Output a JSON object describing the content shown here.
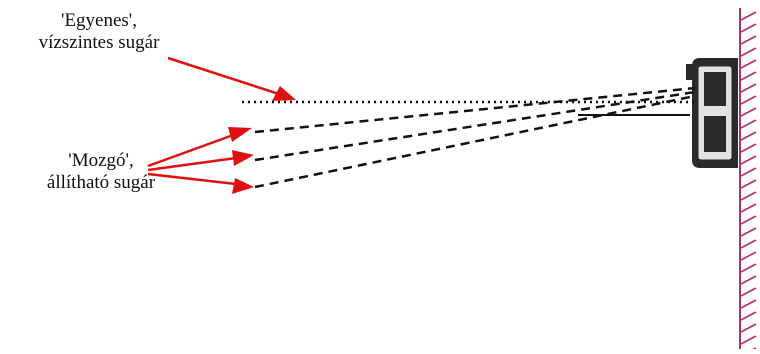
{
  "labels": {
    "straight_beam": {
      "line1": "'Egyenes',",
      "line2": "vízszintes sugár"
    },
    "moving_beam": {
      "line1": "'Mozgó',",
      "line2": "állítható sugár"
    }
  },
  "colors": {
    "arrow": "#e01010",
    "beam": "#111111",
    "wall_hatch": "#b0306a",
    "detector_body": "#2a2a2a",
    "detector_face": "#d8d8d8"
  }
}
